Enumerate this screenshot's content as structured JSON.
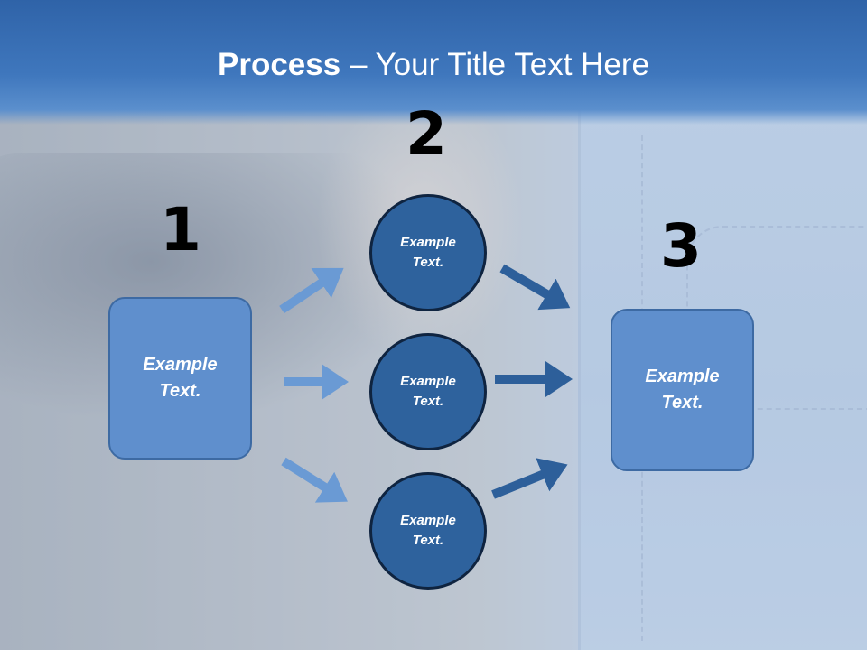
{
  "slide": {
    "title_bold": "Process",
    "title_rest": " – Your Title Text Here"
  },
  "steps": {
    "n1": "1",
    "n2": "2",
    "n3": "3"
  },
  "nodes": {
    "left_box": [
      "Example",
      "Text."
    ],
    "circle_top": [
      "Example",
      "Text."
    ],
    "circle_mid": [
      "Example",
      "Text."
    ],
    "circle_bot": [
      "Example",
      "Text."
    ],
    "right_box": [
      "Example",
      "Text."
    ]
  },
  "colors": {
    "header": "#3f77bd",
    "box_fill": "#5f8fcd",
    "circle_fill": "#2e629d",
    "arrow_light": "#6a9ad4",
    "arrow_dark": "#2d5f9a"
  }
}
